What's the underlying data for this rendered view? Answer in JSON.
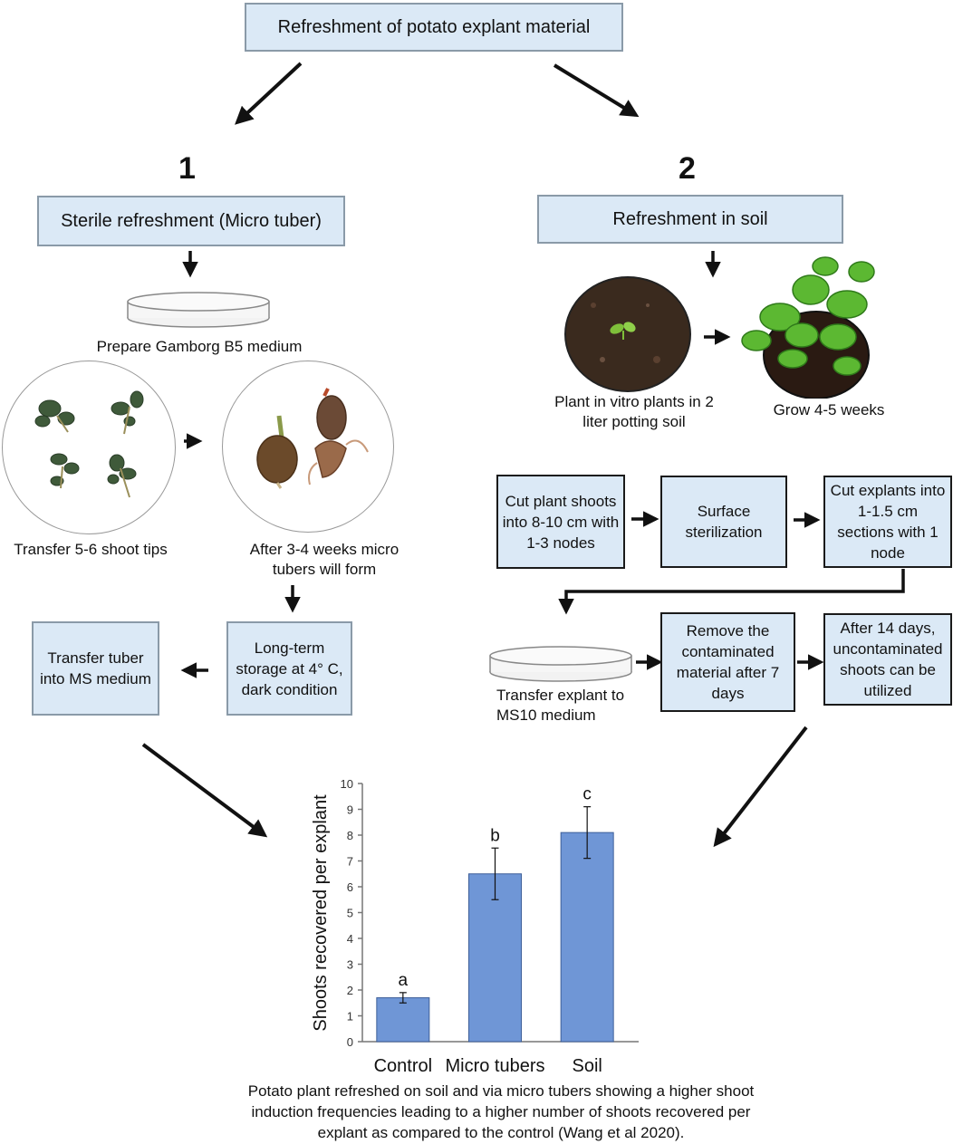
{
  "title": "Refreshment of potato explant material",
  "branch1": {
    "number": "1",
    "heading": "Sterile refreshment (Micro tuber)",
    "dish_label": "Prepare Gamborg B5 medium",
    "shoot_label": "Transfer 5-6 shoot tips",
    "tuber_label": "After 3-4 weeks micro tubers will form",
    "storage_box": "Long-term storage at 4° C, dark condition",
    "transfer_box": "Transfer tuber into MS medium"
  },
  "branch2": {
    "number": "2",
    "heading": "Refreshment in soil",
    "plant_label": "Plant in vitro plants in 2 liter potting soil",
    "grow_label": "Grow 4-5 weeks",
    "cut_shoots": "Cut plant shoots into 8-10 cm with 1-3 nodes",
    "sterilization": "Surface sterilization",
    "cut_explants": "Cut explants into 1-1.5 cm sections with 1 node",
    "dish_label": "Transfer explant to MS10 medium",
    "remove_box": "Remove the contaminated material after 7 days",
    "after_box": "After 14 days, uncontaminated shoots can be utilized"
  },
  "caption": "Potato plant refreshed on soil and via micro tubers showing a higher shoot induction frequencies leading to a higher number of shoots recovered per explant as compared to the control (Wang et al 2020).",
  "colors": {
    "box_fill": "#dbe9f6",
    "bar_fill": "#6f96d6",
    "bar_stroke": "#3d5f99"
  },
  "chart_data": {
    "type": "bar",
    "categories": [
      "Control",
      "Micro tubers",
      "Soil"
    ],
    "values": [
      1.7,
      6.5,
      8.1
    ],
    "errors": [
      0.2,
      1.0,
      1.0
    ],
    "letters": [
      "a",
      "b",
      "c"
    ],
    "ylabel": "Shoots recovered per explant",
    "xlabel": "",
    "ylim": [
      0,
      10
    ],
    "yticks": [
      "0",
      "1",
      "2",
      "3",
      "4",
      "5",
      "6",
      "7",
      "8",
      "9",
      "10"
    ],
    "grid": false
  }
}
